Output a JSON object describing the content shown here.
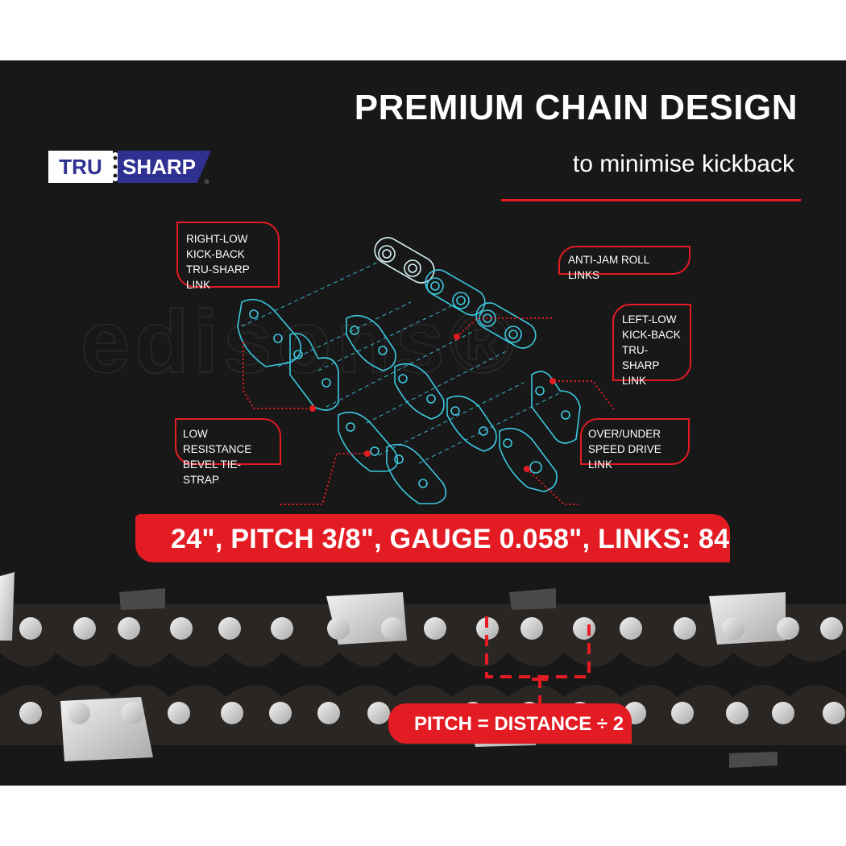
{
  "header": {
    "title": "PREMIUM CHAIN DESIGN",
    "subtitle": "to minimise kickback"
  },
  "brand": {
    "logo_left": "TRU",
    "logo_right": "SHARP",
    "registered": "®",
    "colors": {
      "navy": "#2e3192",
      "white": "#ffffff"
    }
  },
  "watermark": {
    "text": "edisons®"
  },
  "callouts": [
    {
      "id": "right-low",
      "lines": [
        "RIGHT-LOW",
        "KICK-BACK",
        "TRU-SHARP LINK"
      ]
    },
    {
      "id": "anti-jam",
      "lines": [
        "ANTI-JAM ROLL LINKS"
      ]
    },
    {
      "id": "left-low",
      "lines": [
        "LEFT-LOW",
        "KICK-BACK",
        "TRU-SHARP",
        "LINK"
      ]
    },
    {
      "id": "low-resistance",
      "lines": [
        "LOW RESISTANCE",
        "BEVEL TIE-STRAP"
      ]
    },
    {
      "id": "over-under",
      "lines": [
        "OVER/UNDER",
        "SPEED DRIVE LINK"
      ]
    }
  ],
  "specs": {
    "label": "24\", PITCH 3/8\", GAUGE 0.058\", LINKS: 84",
    "length": "24\"",
    "pitch": "3/8\"",
    "gauge": "0.058\"",
    "links": "84"
  },
  "pitch_note": {
    "label": "PITCH = DISTANCE ÷ 2"
  },
  "colors": {
    "background": "#181818",
    "accent_red": "#e31b23",
    "diagram_cyan": "#3cc8e0",
    "text": "#ffffff"
  }
}
